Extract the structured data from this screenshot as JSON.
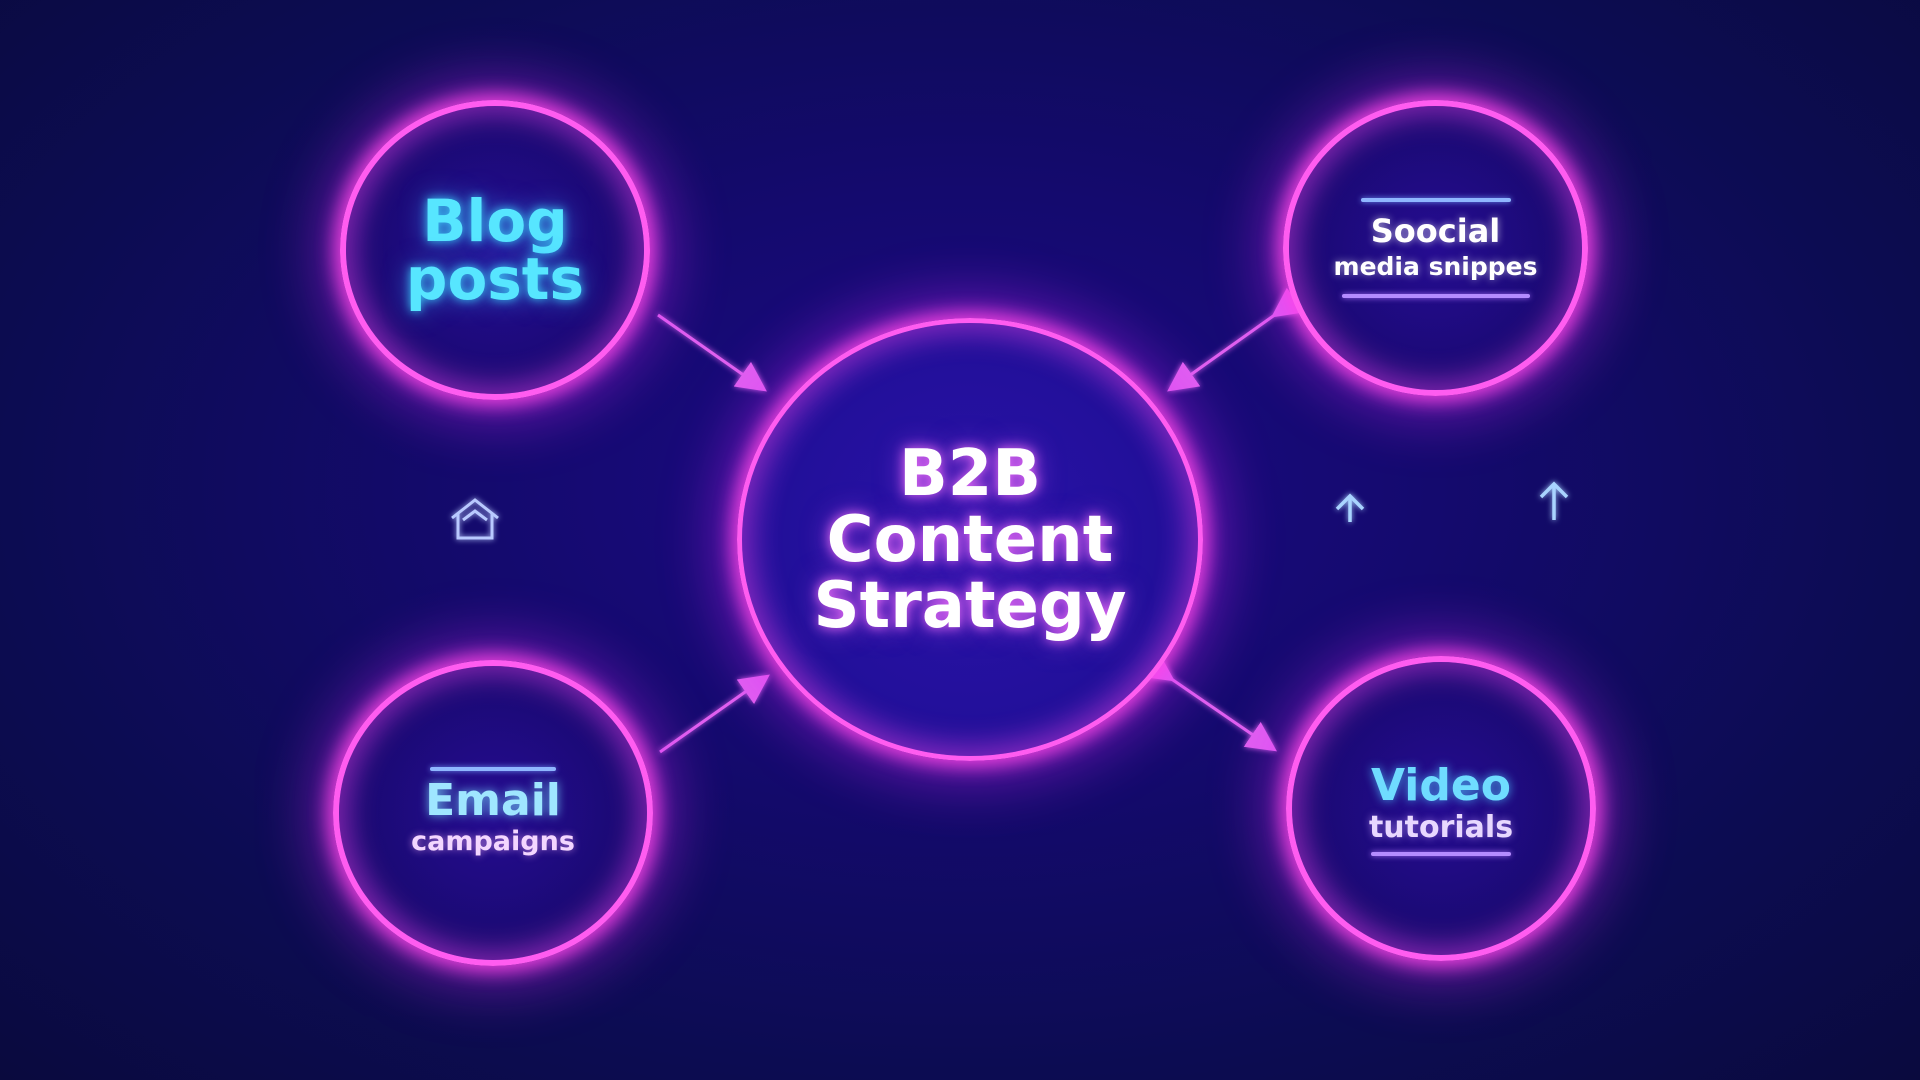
{
  "center": {
    "label": "B2B\nContent\nStrategy"
  },
  "nodes": {
    "blog": {
      "label": "Blog\nposts"
    },
    "social": {
      "line1": "Soocial",
      "line2": "media snippes"
    },
    "email": {
      "line1": "Email",
      "line2": "campaigns"
    },
    "video": {
      "line1": "Video",
      "line2": "tutorials"
    }
  },
  "icons": [
    "house-icon",
    "up-arrow-icon",
    "up-arrow-icon"
  ],
  "colors": {
    "background": "#140a6e",
    "ring_glow": "#ff5cf0",
    "connector": "#e060f0",
    "horizon_line": "#3f7bff",
    "blog_text": "#57e6ff"
  }
}
